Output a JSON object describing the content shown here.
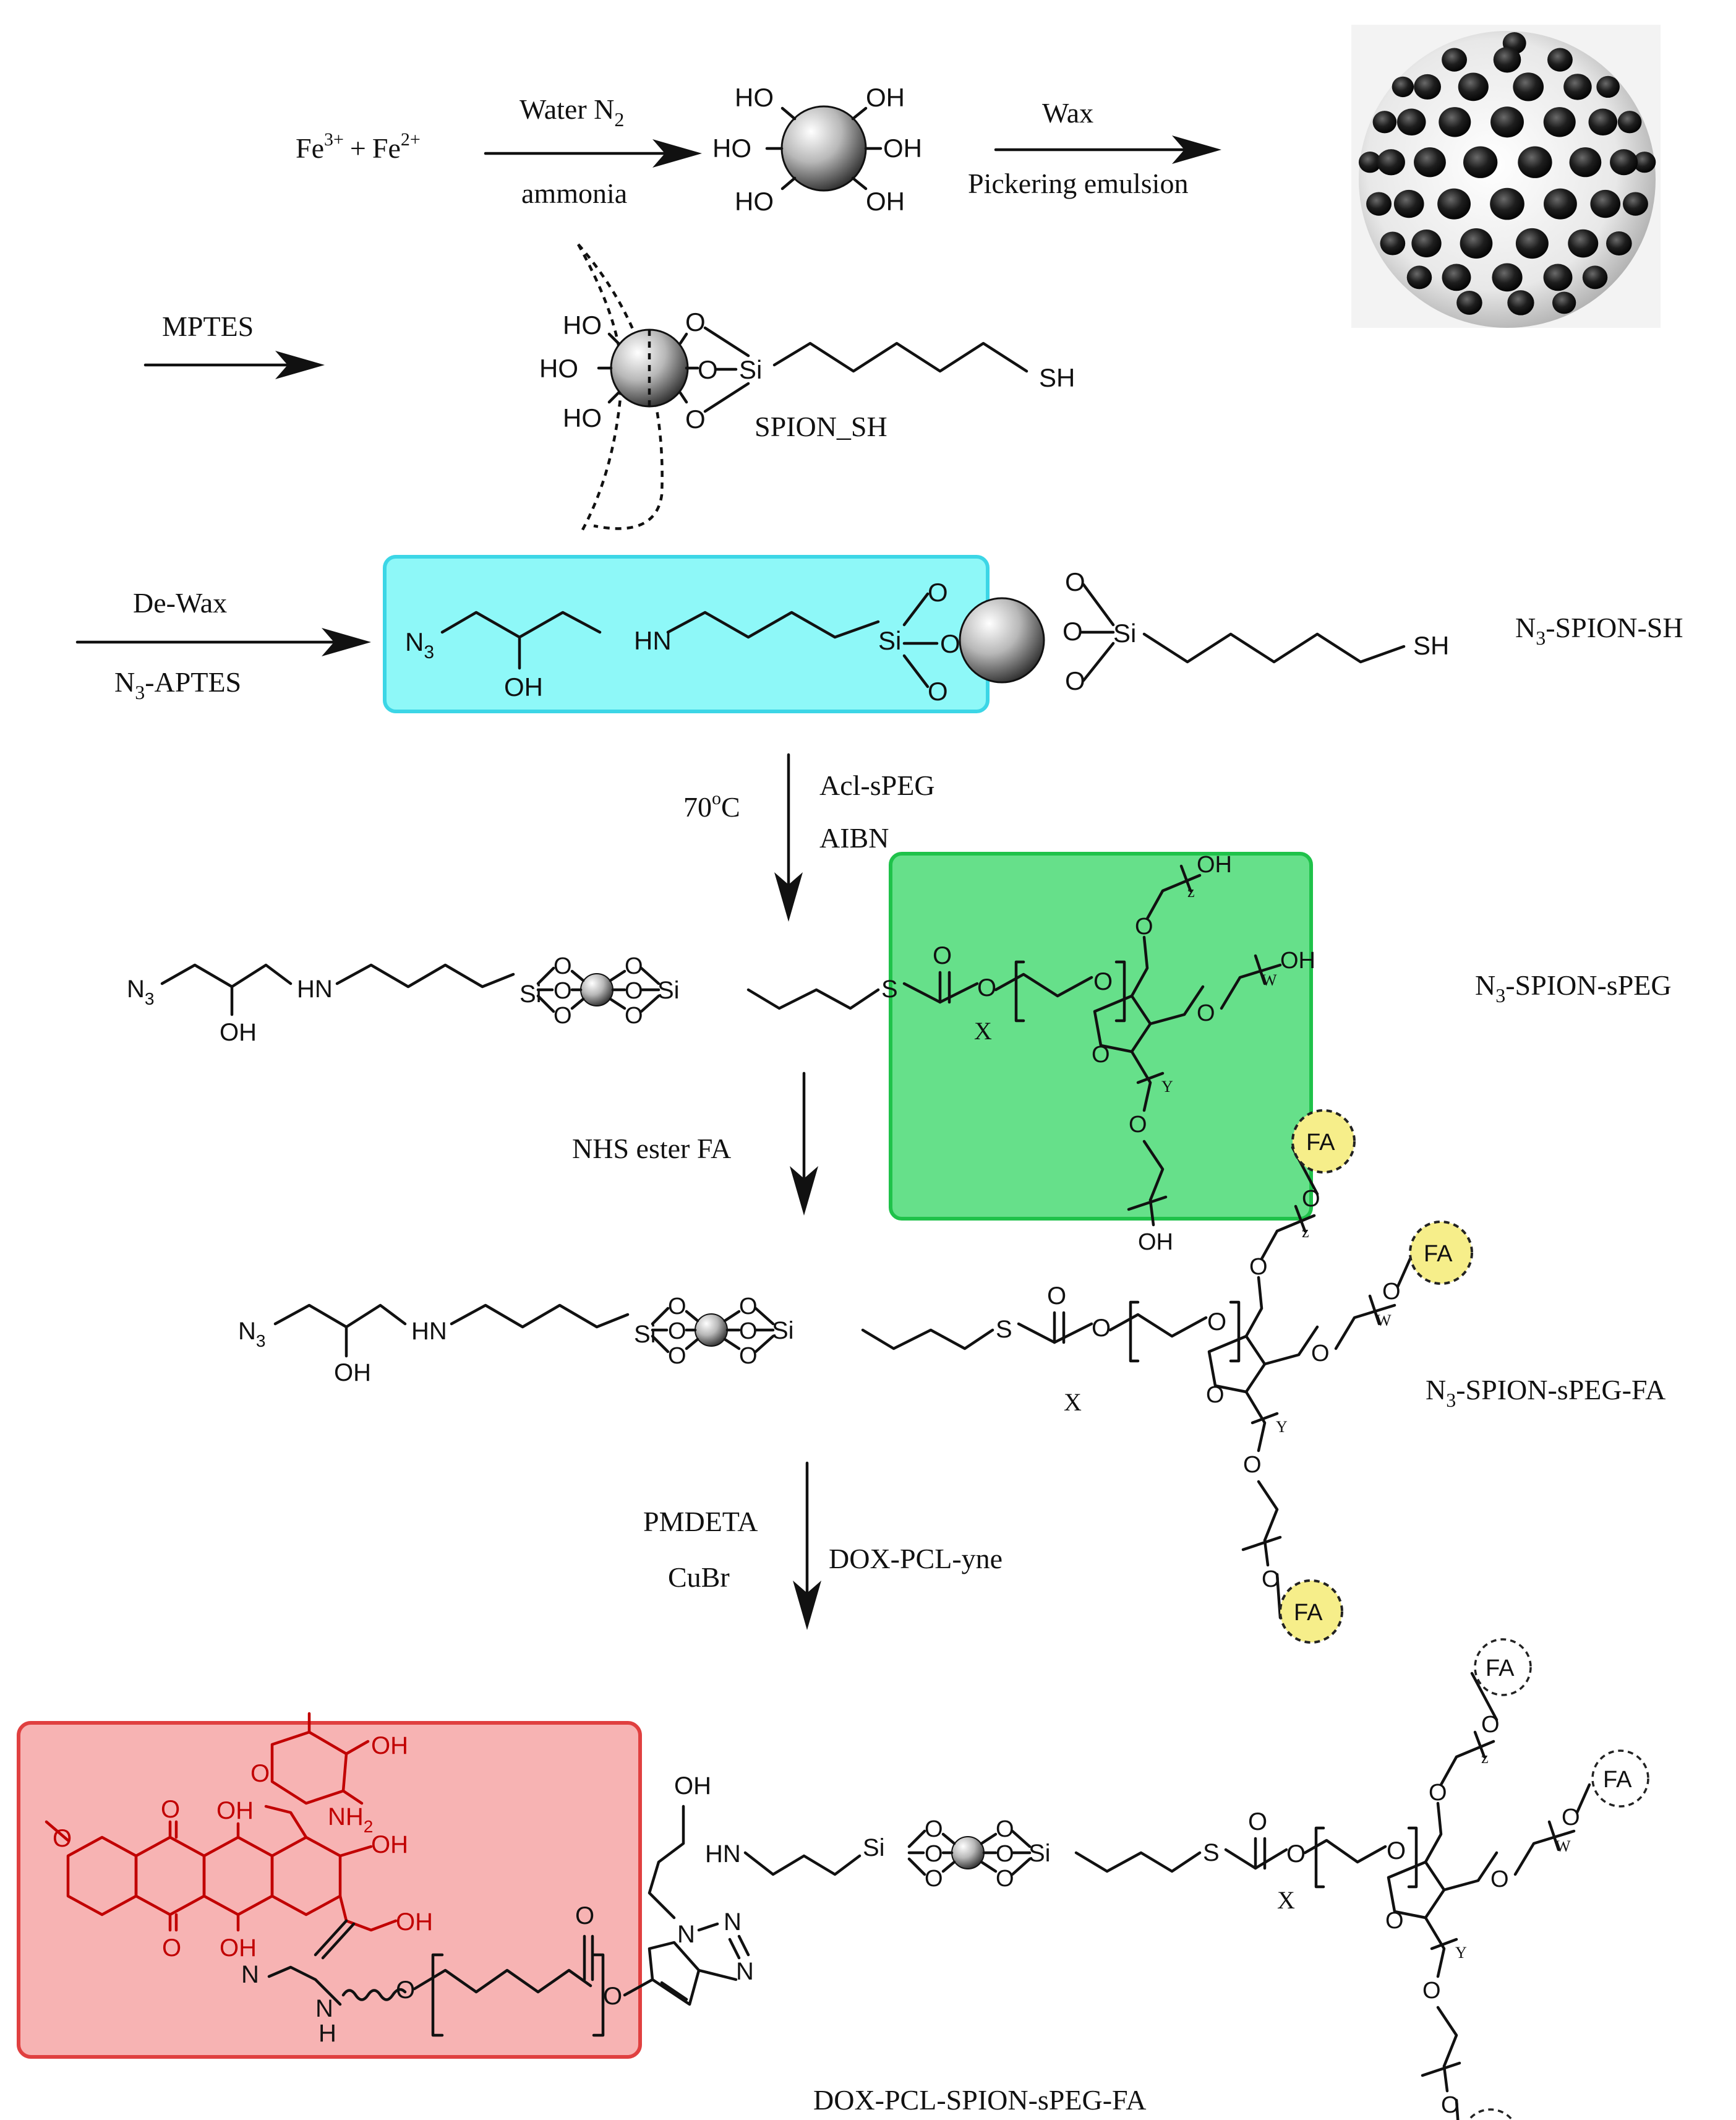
{
  "reactants": {
    "fe3": "Fe",
    "fe3_sup": "3+",
    "plus": "+",
    "fe2": "Fe",
    "fe2_sup": "2+"
  },
  "step1": {
    "above": "Water N",
    "above_sub": "2",
    "below": "ammonia"
  },
  "step2": {
    "above": "Wax",
    "below": "Pickering emulsion"
  },
  "step3": {
    "label": "MPTES"
  },
  "step4": {
    "above": "De-Wax",
    "below_pre": "N",
    "below_sub": "3",
    "below_post": "-APTES"
  },
  "step5": {
    "left": "70",
    "left_sup": "o",
    "left_post": "C",
    "right1": "Acl-sPEG",
    "right2": "AIBN"
  },
  "step6": {
    "label": "NHS ester FA"
  },
  "step7": {
    "left1": "PMDETA",
    "left2": "CuBr",
    "right": "DOX-PCL-yne"
  },
  "atoms": {
    "ho": "HO",
    "oh": "OH",
    "o": "O",
    "si": "Si",
    "sh": "SH",
    "s": "S",
    "hn": "HN",
    "n3_n": "N",
    "n3_sub": "3",
    "x": "X",
    "z": "z",
    "w": "W",
    "y": "Y",
    "fa": "FA",
    "n": "N",
    "h": "H",
    "nh2": "NH",
    "nh2_sub": "2"
  },
  "products": {
    "spion_sh": "SPION_SH",
    "n3_spion_sh_pre": "N",
    "n3_spion_sh_sub": "3",
    "n3_spion_sh_post": "-SPION-SH",
    "n3_spion_speg_pre": "N",
    "n3_spion_speg_sub": "3",
    "n3_spion_speg_post": "-SPION-sPEG",
    "n3_spion_speg_fa_pre": "N",
    "n3_spion_speg_fa_sub": "3",
    "n3_spion_speg_fa_post": "-SPION-sPEG-FA",
    "final": "DOX-PCL-SPION-sPEG-FA"
  },
  "colors": {
    "cyan_box": "#8ef8f8",
    "cyan_border": "#3cd6e6",
    "green_box": "#66e08a",
    "green_border": "#1fc24a",
    "yellow_fa": "#f6ee8a",
    "red_box": "#f7b3b3",
    "red_border": "#e04040",
    "dox_red": "#c10000"
  }
}
